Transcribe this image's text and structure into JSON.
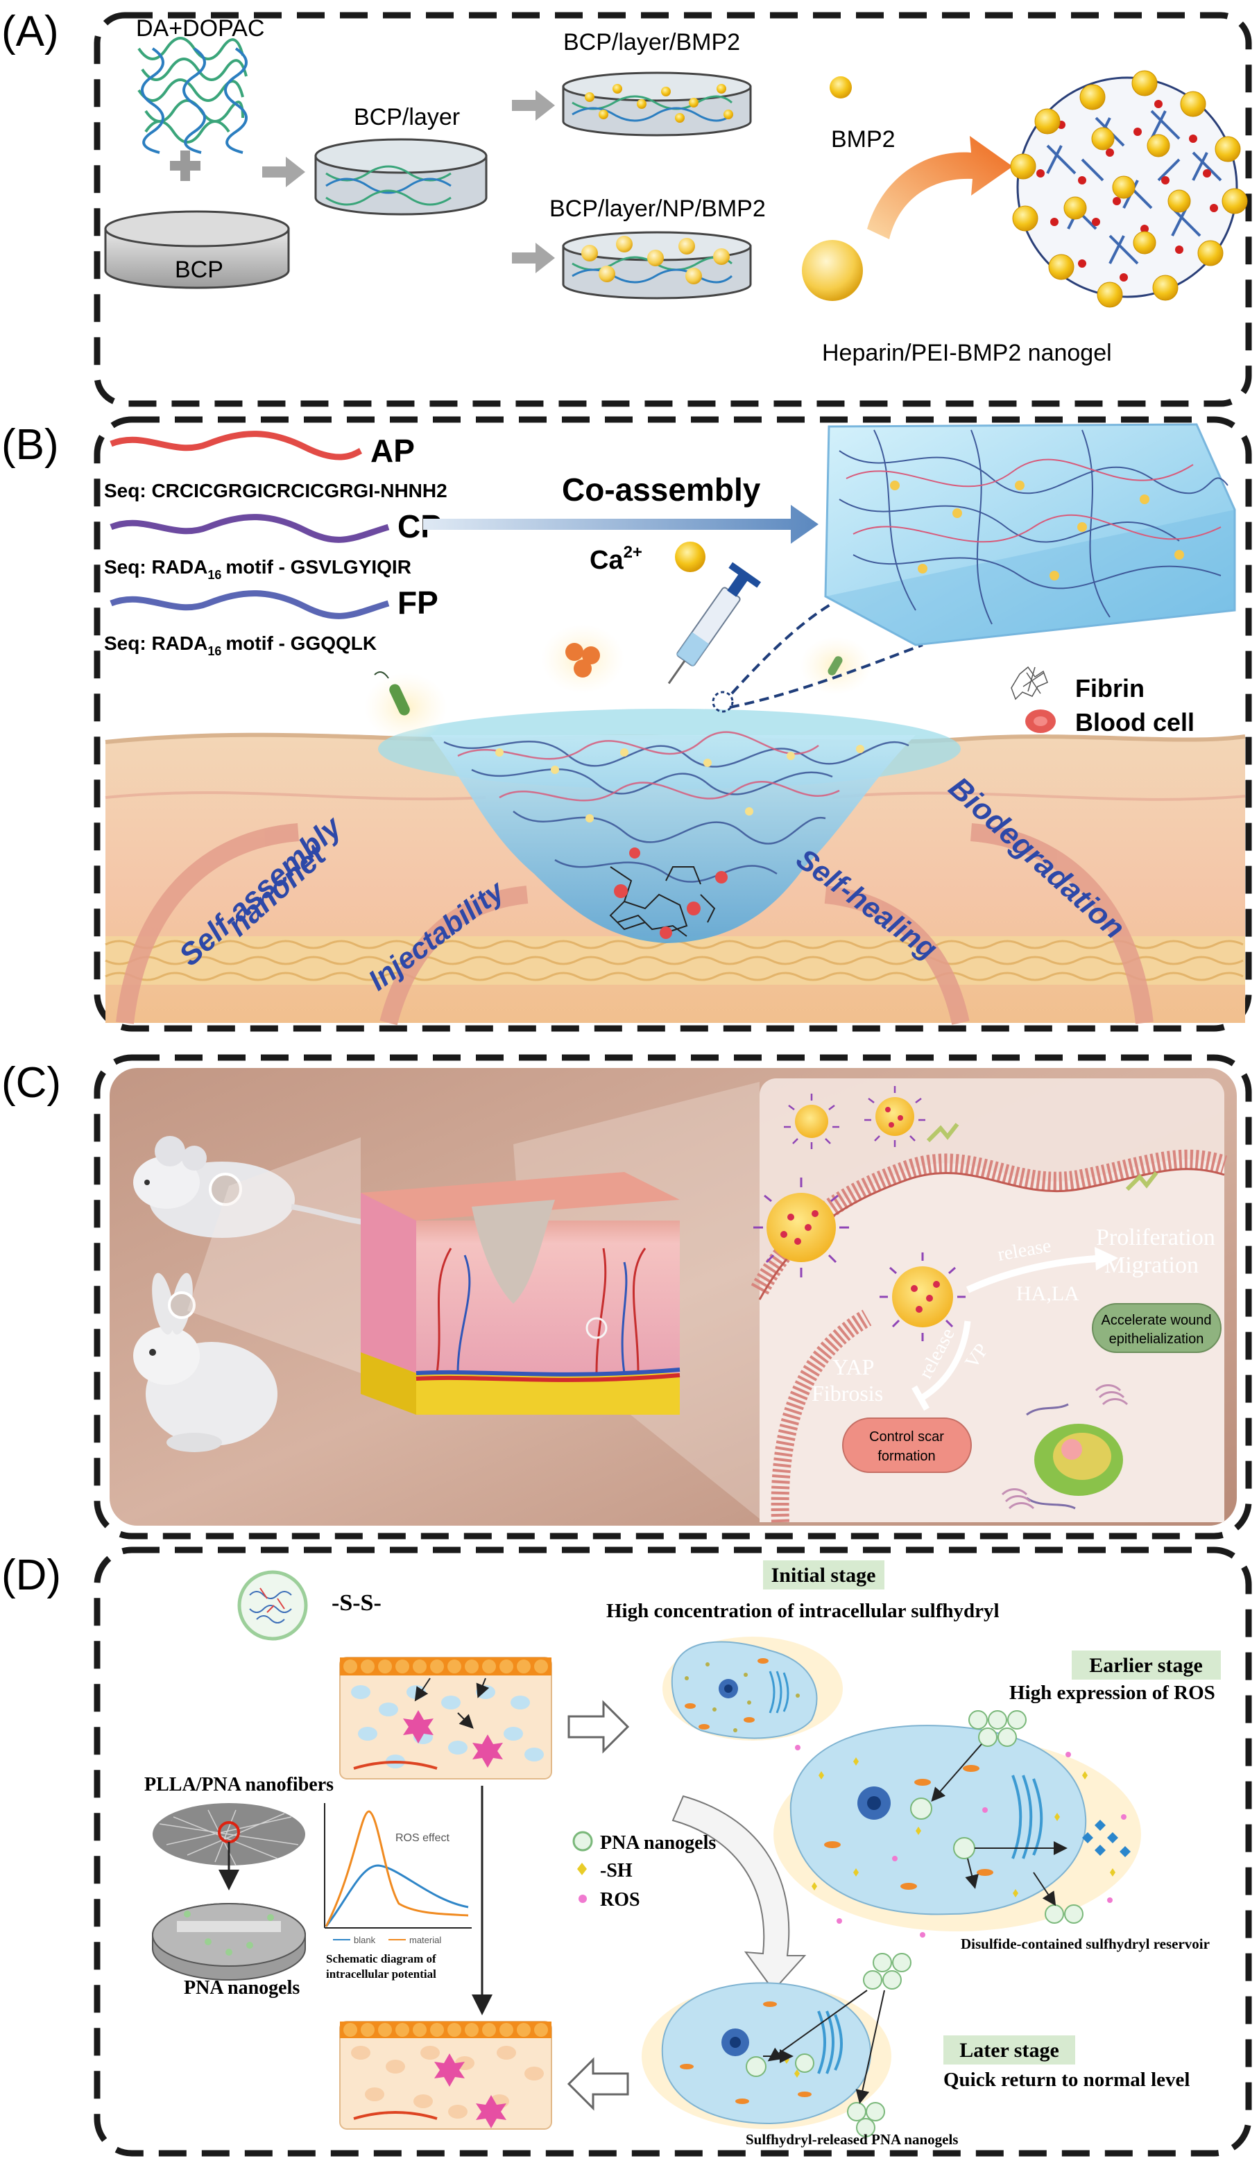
{
  "panelA": {
    "tag": "(A)",
    "da_dopac": "DA+DOPAC",
    "bcp": "BCP",
    "bcp_layer": "BCP/layer",
    "bcp_layer_bmp2": "BCP/layer/BMP2",
    "bcp_layer_np_bmp2": "BCP/layer/NP/BMP2",
    "bmp2": "BMP2",
    "nanogel": "Heparin/PEI-BMP2 nanogel"
  },
  "panelB": {
    "tag": "(B)",
    "ap": "AP",
    "cp": "CP",
    "fp": "FP",
    "seq_ap": "Seq: CRCICGRGICRCICGRGI-NHNH2",
    "seq_cp_pre": "Seq: RADA",
    "seq_cp_sub": "16",
    "seq_cp_post": "motif - GSVLGYIQIR",
    "seq_fp_pre": "Seq: RADA",
    "seq_fp_sub": "16",
    "seq_fp_post": "motif - GGQQLK",
    "coassembly": "Co-assembly",
    "ca_base": "Ca",
    "ca_sup": "2+",
    "fibrin": "Fibrin",
    "blood_cell": "Blood cell",
    "prop1a": "Self-assembly",
    "prop1b": "nanonet",
    "prop2": "Injectability",
    "prop3": "Self-healing",
    "prop4": "Biodegradation"
  },
  "panelC": {
    "tag": "(C)",
    "release1": "release",
    "proliferation": "Proliferation",
    "migration": "Migration",
    "ha_la": "HA,LA",
    "accelerate1": "Accelerate wound",
    "accelerate2": "epithelialization",
    "release2": "release",
    "vp": "VP",
    "yap": "YAP",
    "fibrosis": "Fibrosis",
    "control1": "Control scar",
    "control2": "formation"
  },
  "panelD": {
    "tag": "(D)",
    "ss": "-S-S-",
    "plla": "PLLA/PNA nanofibers",
    "pna_nanogels_label": "PNA nanogels",
    "ros_effect": "ROS effect",
    "legend_blank": "blank",
    "legend_material": "material",
    "schematic1": "Schematic diagram of",
    "schematic2": "intracellular potential",
    "initial_stage": "Initial stage",
    "initial_desc": "High concentration of intracellular sulfhydryl",
    "earlier_stage": "Earlier stage",
    "earlier_desc": "High expression of ROS",
    "reservoir": "Disulfide-contained sulfhydryl reservoir",
    "later_stage": "Later stage",
    "later_desc": "Quick return to normal level",
    "released": "Sulfhydryl-released PNA nanogels",
    "legend_pna": "PNA nanogels",
    "legend_sh": "-SH",
    "legend_ros": "ROS"
  },
  "colors": {
    "dash": "#1a1a1a",
    "yellow": "#f2c417",
    "gray_arrow": "#a6a6a6",
    "blue_text": "#2d48a8",
    "stage_box": "#d7ead0",
    "cell_blue": "#bfe1f2",
    "skin_pink": "#f3c9bd",
    "peach_bg": "#c99a84"
  }
}
